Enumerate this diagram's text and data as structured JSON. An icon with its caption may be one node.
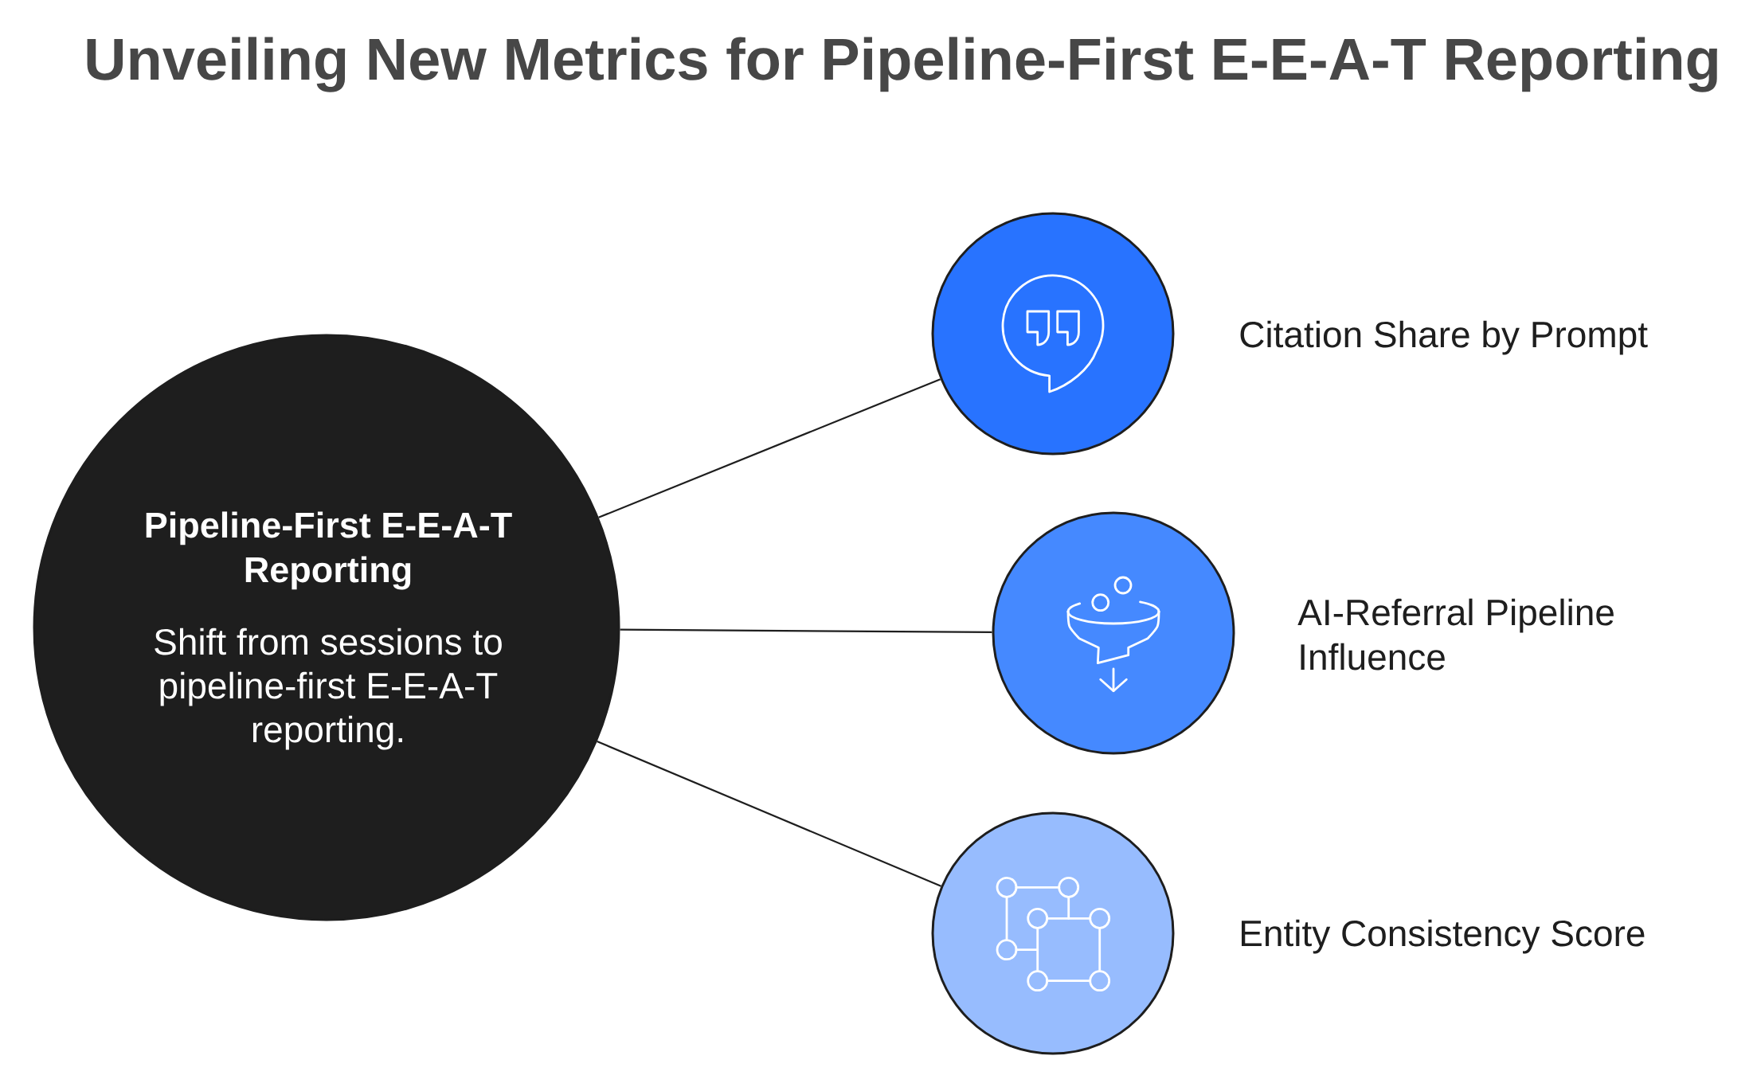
{
  "diagram": {
    "title": "Unveiling New Metrics for Pipeline-First E-E-A-T Reporting",
    "nodes": [
      {
        "text": [
          "Pipeline-First E-E-A-T Reporting",
          "Shift from sessions to pipeline-first E-E-A-T reporting."
        ]
      },
      {
        "text": [],
        "shape": "circle",
        "beside": [
          "Citation Share by Prompt"
        ]
      },
      {
        "text": [],
        "shape": "circle",
        "beside": [
          "AI-Referral Pipeline Influence"
        ]
      },
      {
        "text": [],
        "shape": "circle",
        "beside": [
          "Entity Consistency Score"
        ]
      }
    ],
    "edges": [
      {
        "from": 0,
        "to": 1,
        "arrow": "none"
      },
      {
        "from": 0,
        "to": 2,
        "arrow": "none"
      },
      {
        "from": 0,
        "to": 3,
        "arrow": "none"
      }
    ]
  }
}
